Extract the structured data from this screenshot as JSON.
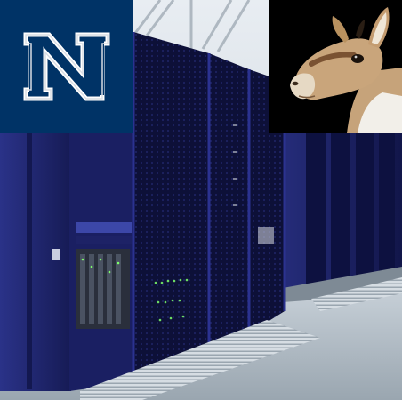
{
  "collage": {
    "tiles": [
      {
        "role": "logo",
        "letter": "N",
        "icon": "university-n-logo",
        "background": "#003366"
      },
      {
        "role": "animal-photo",
        "subject": "pronghorn-head",
        "background": "#000000"
      },
      {
        "role": "photo",
        "subject": "server-room-racks",
        "accent": "#1a1f5c"
      }
    ]
  },
  "colors": {
    "navy": "#003366",
    "rack_blue": "#1f2466",
    "rack_dark": "#0b0e2e",
    "led_green": "#7dff6a",
    "floor": "#b9c3cc"
  }
}
